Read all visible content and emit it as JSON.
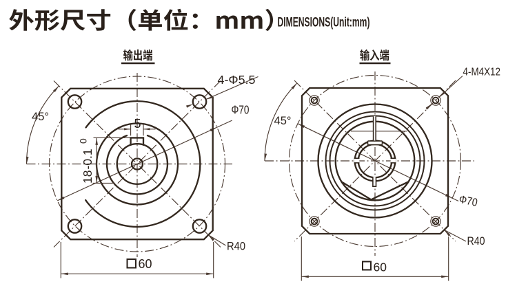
{
  "title": {
    "zh": "外形尺寸（单位：mm）",
    "en": "DIMENSIONS(Unit:mm)"
  },
  "views": {
    "output": {
      "label": "输出端",
      "dims": {
        "holes": "4-Φ5.5",
        "bolt_circle": "Φ70",
        "angle": "45°",
        "key_width": "5",
        "key_depth": "18",
        "key_depth_upper": "0",
        "key_depth_lower": "-0.1",
        "corner_radius": "R40",
        "square_symbol": "□",
        "square": "60"
      }
    },
    "input": {
      "label": "输入端",
      "dims": {
        "holes": "4-M4X12",
        "bolt_circle": "Φ70",
        "angle": "45°",
        "corner_radius": "R40",
        "square_symbol": "□",
        "square": "60"
      }
    }
  },
  "colors": {
    "ink": "#2a211b",
    "line_bold": "#33281f",
    "line_thin": "#4c3c33",
    "background": "#ffffff"
  }
}
